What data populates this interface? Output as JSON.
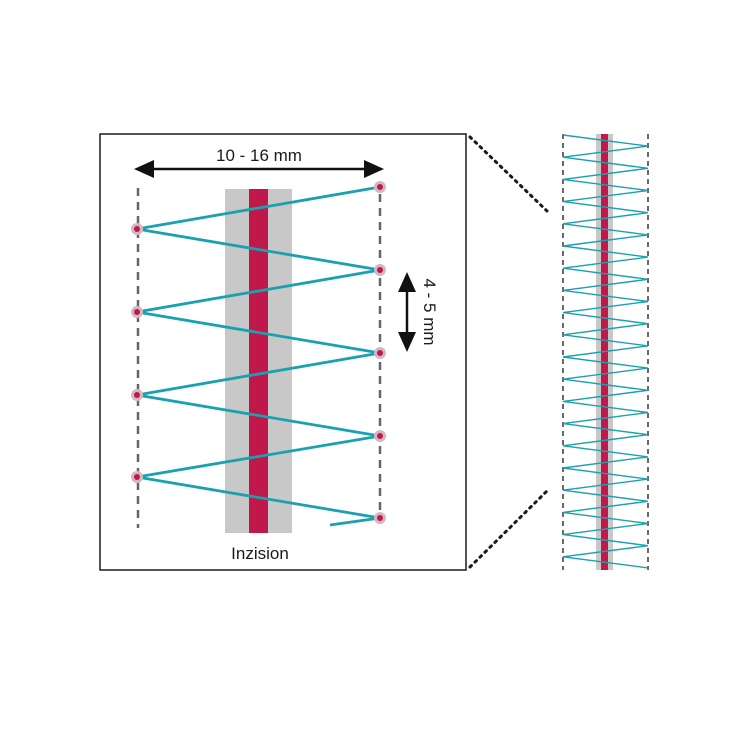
{
  "labels": {
    "width": "10 - 16 mm",
    "stitch_spacing": "4 - 5 mm",
    "incision": "Inzision"
  },
  "colors": {
    "suture": "#1aa1b0",
    "incision": "#c0184a",
    "tissue_band": "#c8c8c8",
    "guide_line": "#666666",
    "frame": "#1a1a1a",
    "arrow": "#111111",
    "stitch_point": "#c0184a",
    "stitch_halo": "#d4b6c4"
  },
  "icons": {
    "width_arrow": "double-headed-horizontal-arrow",
    "spacing_arrow": "double-headed-vertical-arrow",
    "zoom_connector": "dotted-lines"
  }
}
